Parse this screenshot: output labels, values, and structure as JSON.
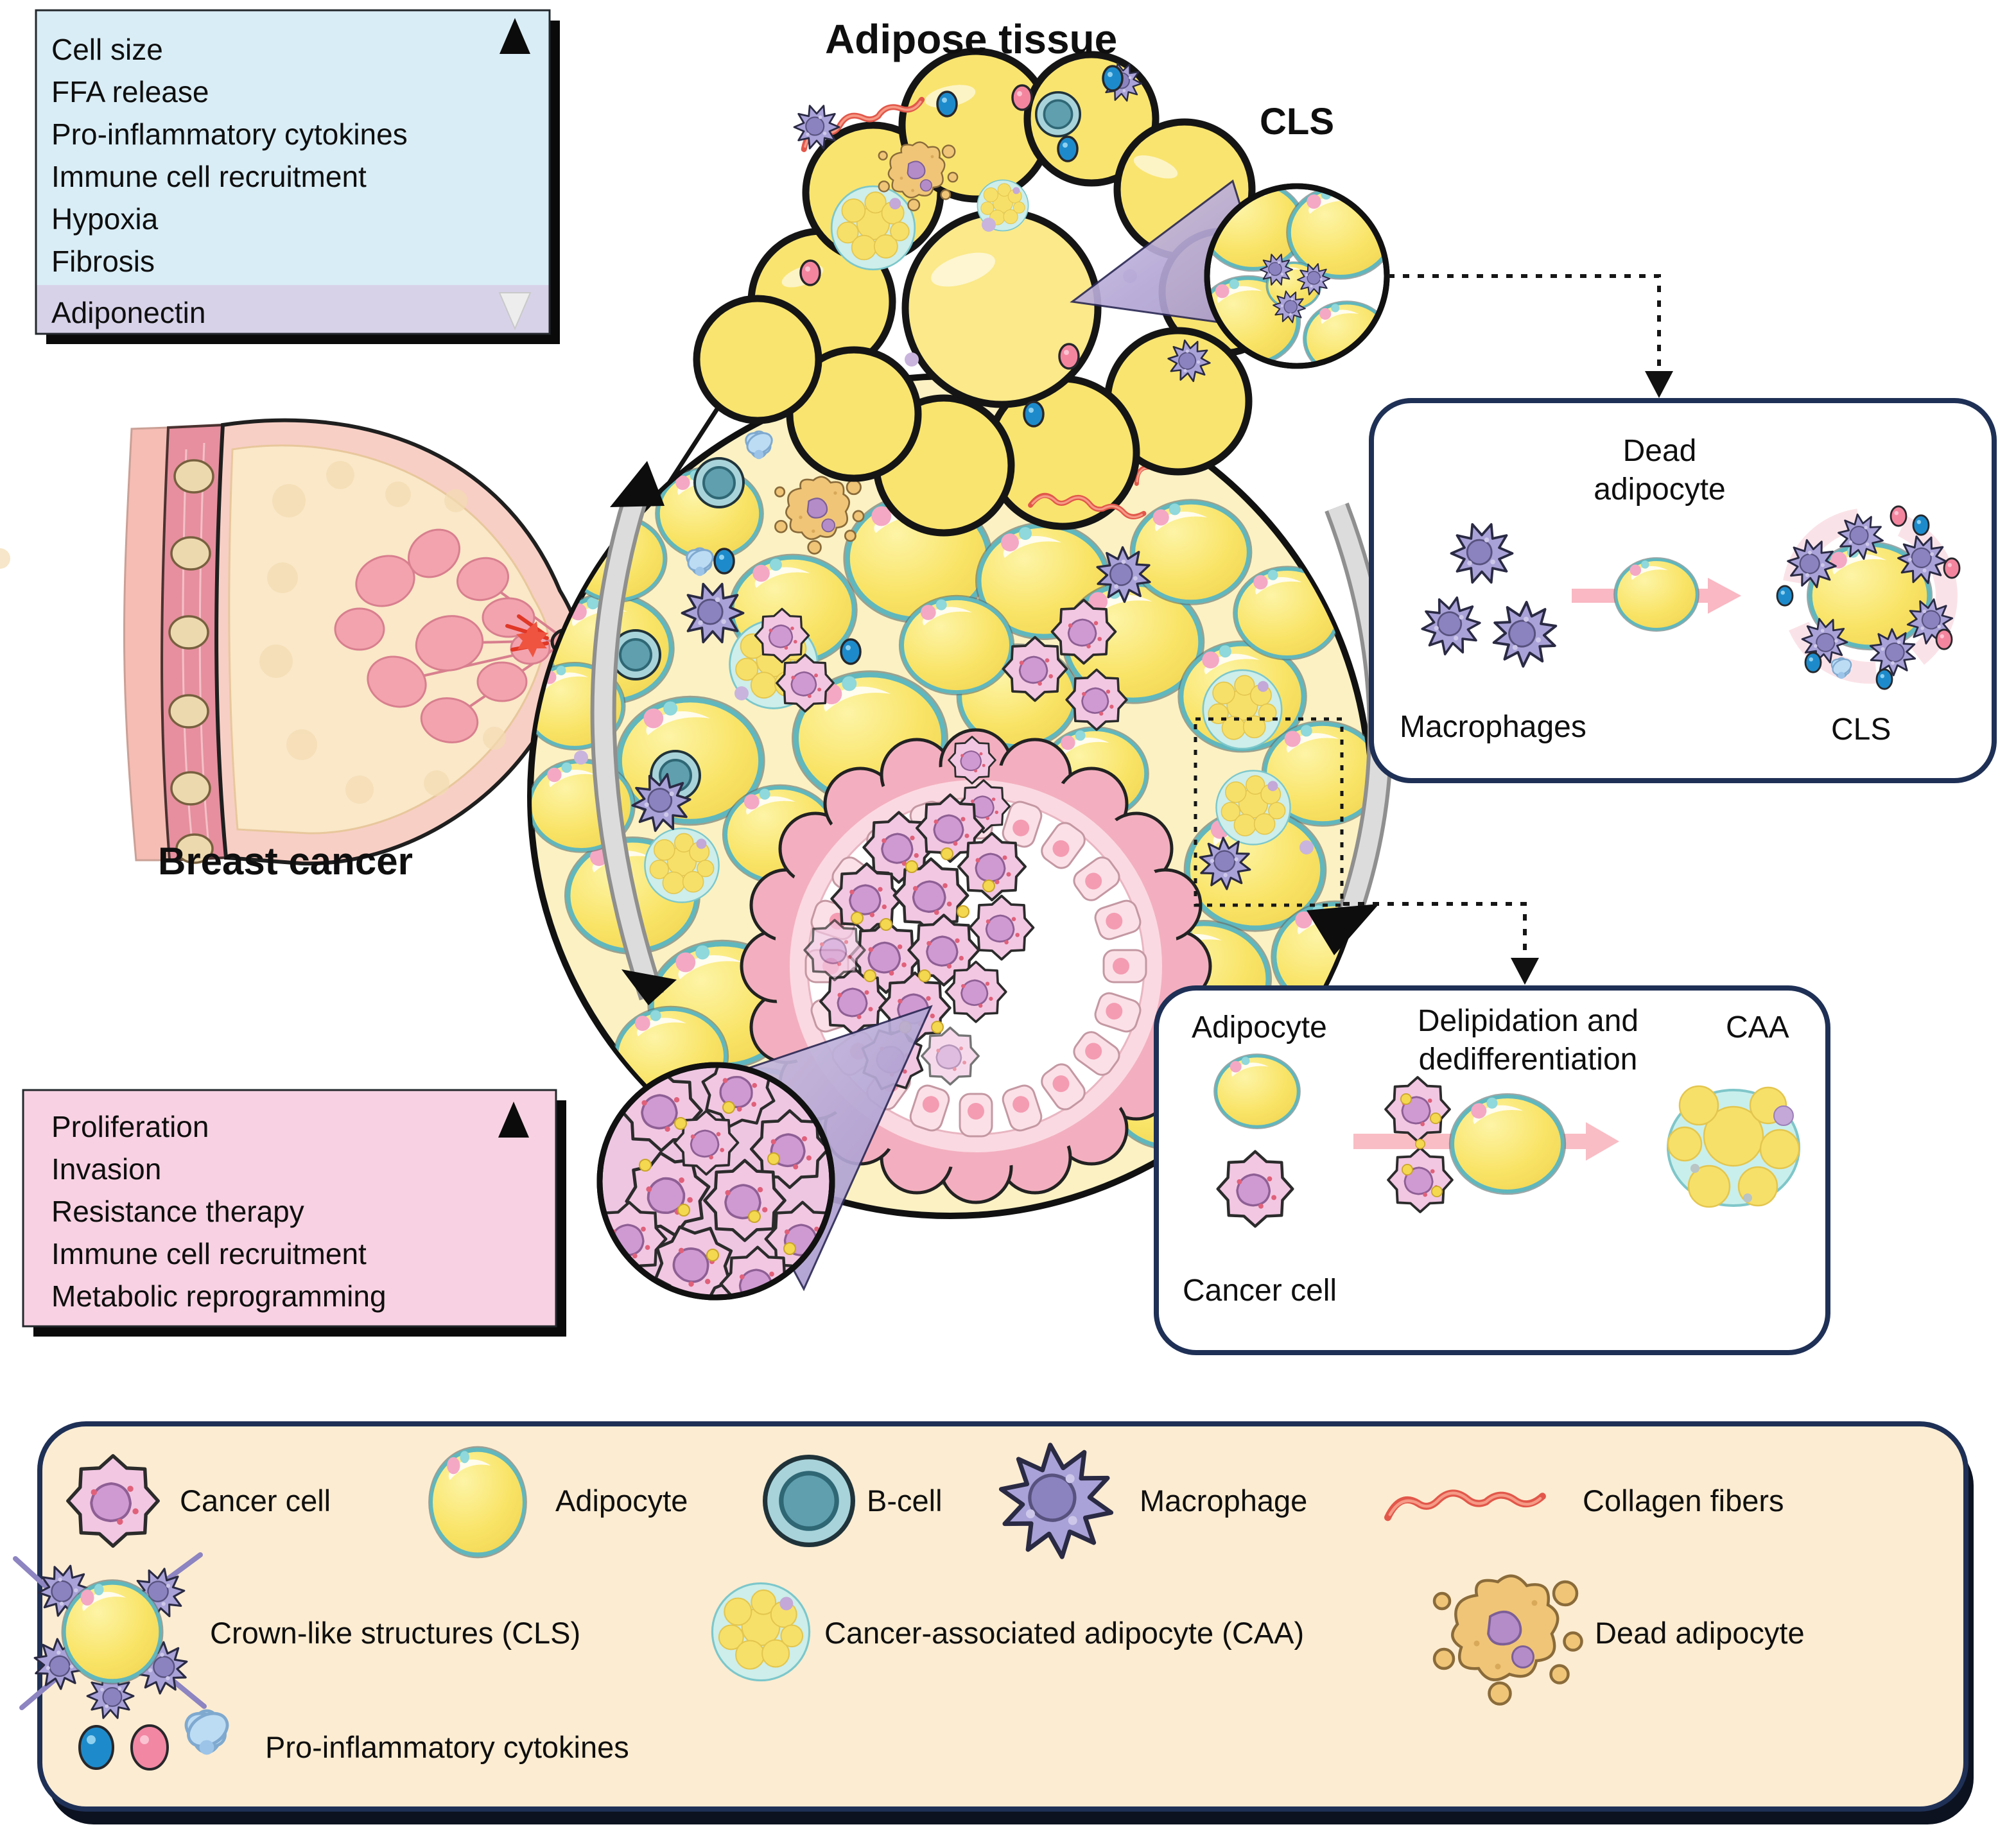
{
  "labels": {
    "adipose_tissue": "Adipose tissue",
    "cls_callout": "CLS",
    "breast_cancer": "Breast cancer"
  },
  "adipose_panel": {
    "items": [
      "Cell size",
      "FFA release",
      "Pro-inflammatory cytokines",
      "Immune cell recruitment",
      "Hypoxia",
      "Fibrosis"
    ],
    "down_item": "Adiponectin"
  },
  "cancer_panel": {
    "items": [
      "Proliferation",
      "Invasion",
      "Resistance therapy",
      "Immune cell recruitment",
      "Metabolic reprogramming"
    ]
  },
  "cls_box": {
    "dead_1": "Dead",
    "dead_2": "adipocyte",
    "macrophages": "Macrophages",
    "cls": "CLS"
  },
  "caa_box": {
    "adipocyte": "Adipocyte",
    "delip_1": "Delipidation and",
    "delip_2": "dedifferentiation",
    "caa": "CAA",
    "cancer_cell": "Cancer cell"
  },
  "legend": {
    "items": [
      {
        "icon": "cancer-cell-icon",
        "label": "Cancer cell"
      },
      {
        "icon": "adipocyte-icon",
        "label": "Adipocyte"
      },
      {
        "icon": "b-cell-icon",
        "label": "B-cell"
      },
      {
        "icon": "macrophage-icon",
        "label": "Macrophage"
      },
      {
        "icon": "collagen-fibers-icon",
        "label": "Collagen fibers"
      },
      {
        "icon": "crown-like-structure-icon",
        "label": "Crown-like structures (CLS)"
      },
      {
        "icon": "cancer-associated-adipocyte-icon",
        "label": "Cancer-associated adipocyte (CAA)"
      },
      {
        "icon": "dead-adipocyte-icon",
        "label": "Dead adipocyte"
      },
      {
        "icon": "cytokines-icon",
        "label": "Pro-inflammatory cytokines"
      }
    ]
  },
  "colors": {
    "panel_increase_bg": "#d9edf6",
    "panel_increase_strip_bg": "#d8d2e9",
    "panel_cancer_bg": "#f8d2e2",
    "legend_bg": "#fcecd1",
    "box_border_navy": "#1f3056",
    "adipocyte_yellow": "#f9e36b",
    "macrophage_purple": "#a9a2d8",
    "cancer_cell_pink": "#f2c7e2",
    "bcell_teal": "#5f9fae",
    "collagen_red": "#e2574a",
    "cytokine_blue": "#1d8bcb",
    "cytokine_pink": "#f287a3"
  }
}
